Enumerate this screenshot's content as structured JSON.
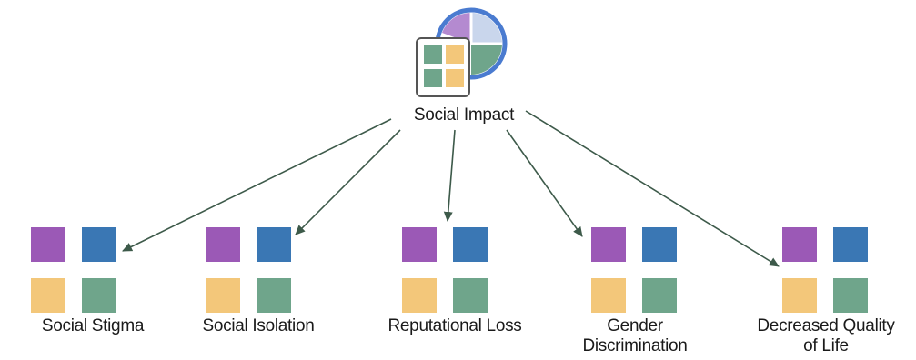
{
  "colors": {
    "purple": "#9b59b6",
    "blue": "#3a77b4",
    "yellow": "#f3c77a",
    "teal": "#6fa58b",
    "edge": "#3d5a4a",
    "ring": "#4a7bd0",
    "pie_light": "#c9d6ec",
    "pie_purple": "#b48ad0",
    "pie_teal": "#6fa58b"
  },
  "root": {
    "label": "Social Impact",
    "icon": "grid-pie-icon"
  },
  "children": [
    {
      "label": "Social Stigma",
      "icon": "grid-icon"
    },
    {
      "label": "Social Isolation",
      "icon": "grid-icon"
    },
    {
      "label": "Reputational Loss",
      "icon": "grid-icon"
    },
    {
      "label": "Gender Discrimination",
      "icon": "grid-icon"
    },
    {
      "label": "Decreased Quality of Life",
      "icon": "grid-icon"
    }
  ]
}
